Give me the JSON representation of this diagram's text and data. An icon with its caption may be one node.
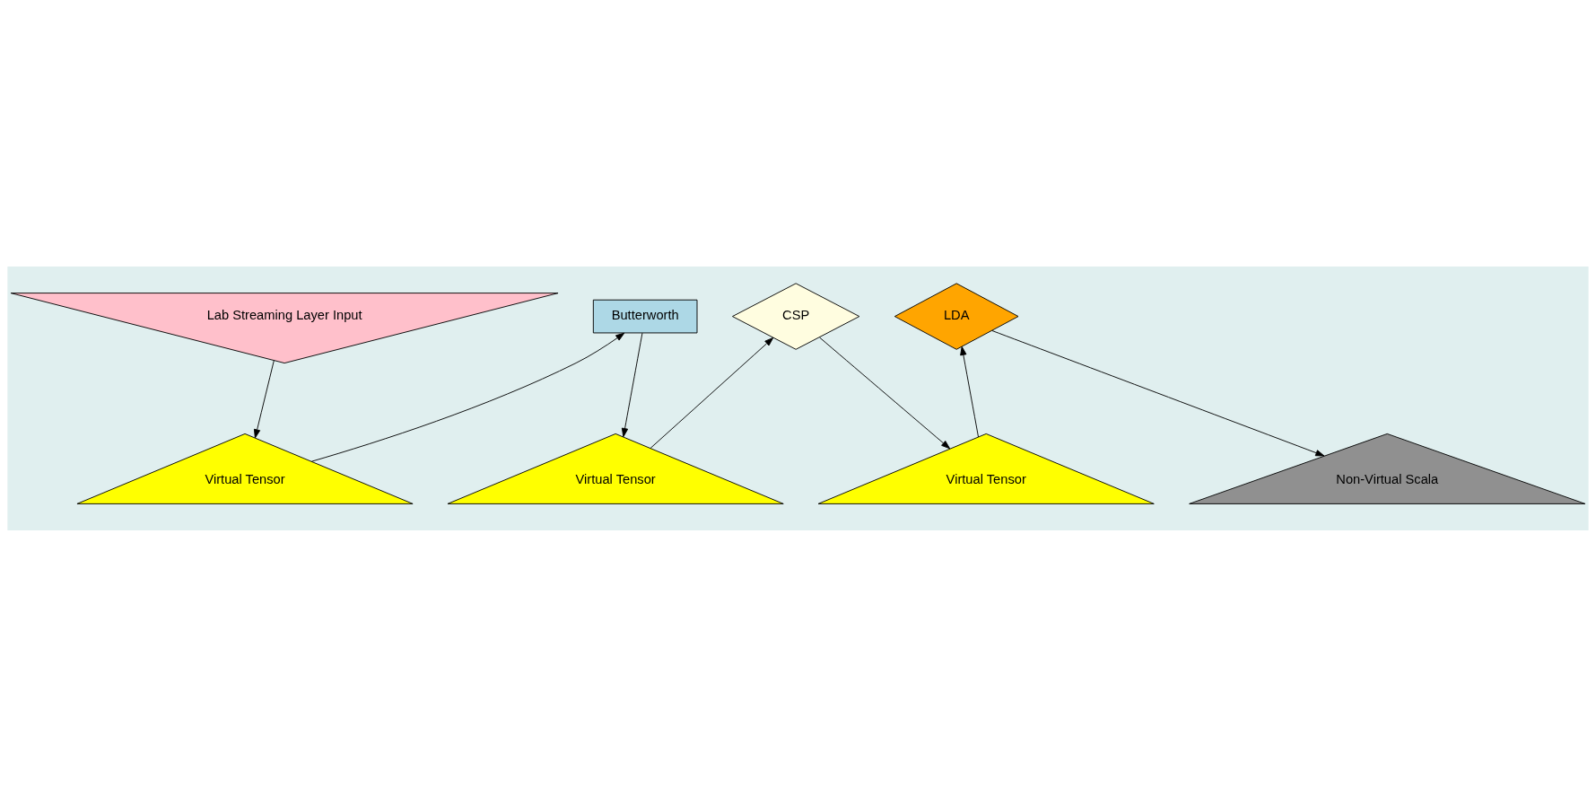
{
  "diagram": {
    "nodes": [
      {
        "text": [
          "Lab Streaming Layer Input"
        ]
      },
      {
        "text": [
          "Butterworth"
        ]
      },
      {
        "text": [
          "CSP"
        ]
      },
      {
        "text": [
          "LDA"
        ]
      },
      {
        "text": [
          "Virtual Tensor"
        ]
      },
      {
        "text": [
          "Virtual Tensor"
        ]
      },
      {
        "text": [
          "Virtual Tensor"
        ]
      },
      {
        "text": [
          "Non-Virtual Scala"
        ]
      }
    ],
    "edges": [
      {
        "from": 0,
        "to": 4,
        "arrow": "to"
      },
      {
        "from": 4,
        "to": 1,
        "arrow": "to"
      },
      {
        "from": 1,
        "to": 5,
        "arrow": "to"
      },
      {
        "from": 5,
        "to": 2,
        "arrow": "to"
      },
      {
        "from": 2,
        "to": 6,
        "arrow": "to"
      },
      {
        "from": 6,
        "to": 3,
        "arrow": "to"
      },
      {
        "from": 3,
        "to": 7,
        "arrow": "to"
      }
    ]
  }
}
